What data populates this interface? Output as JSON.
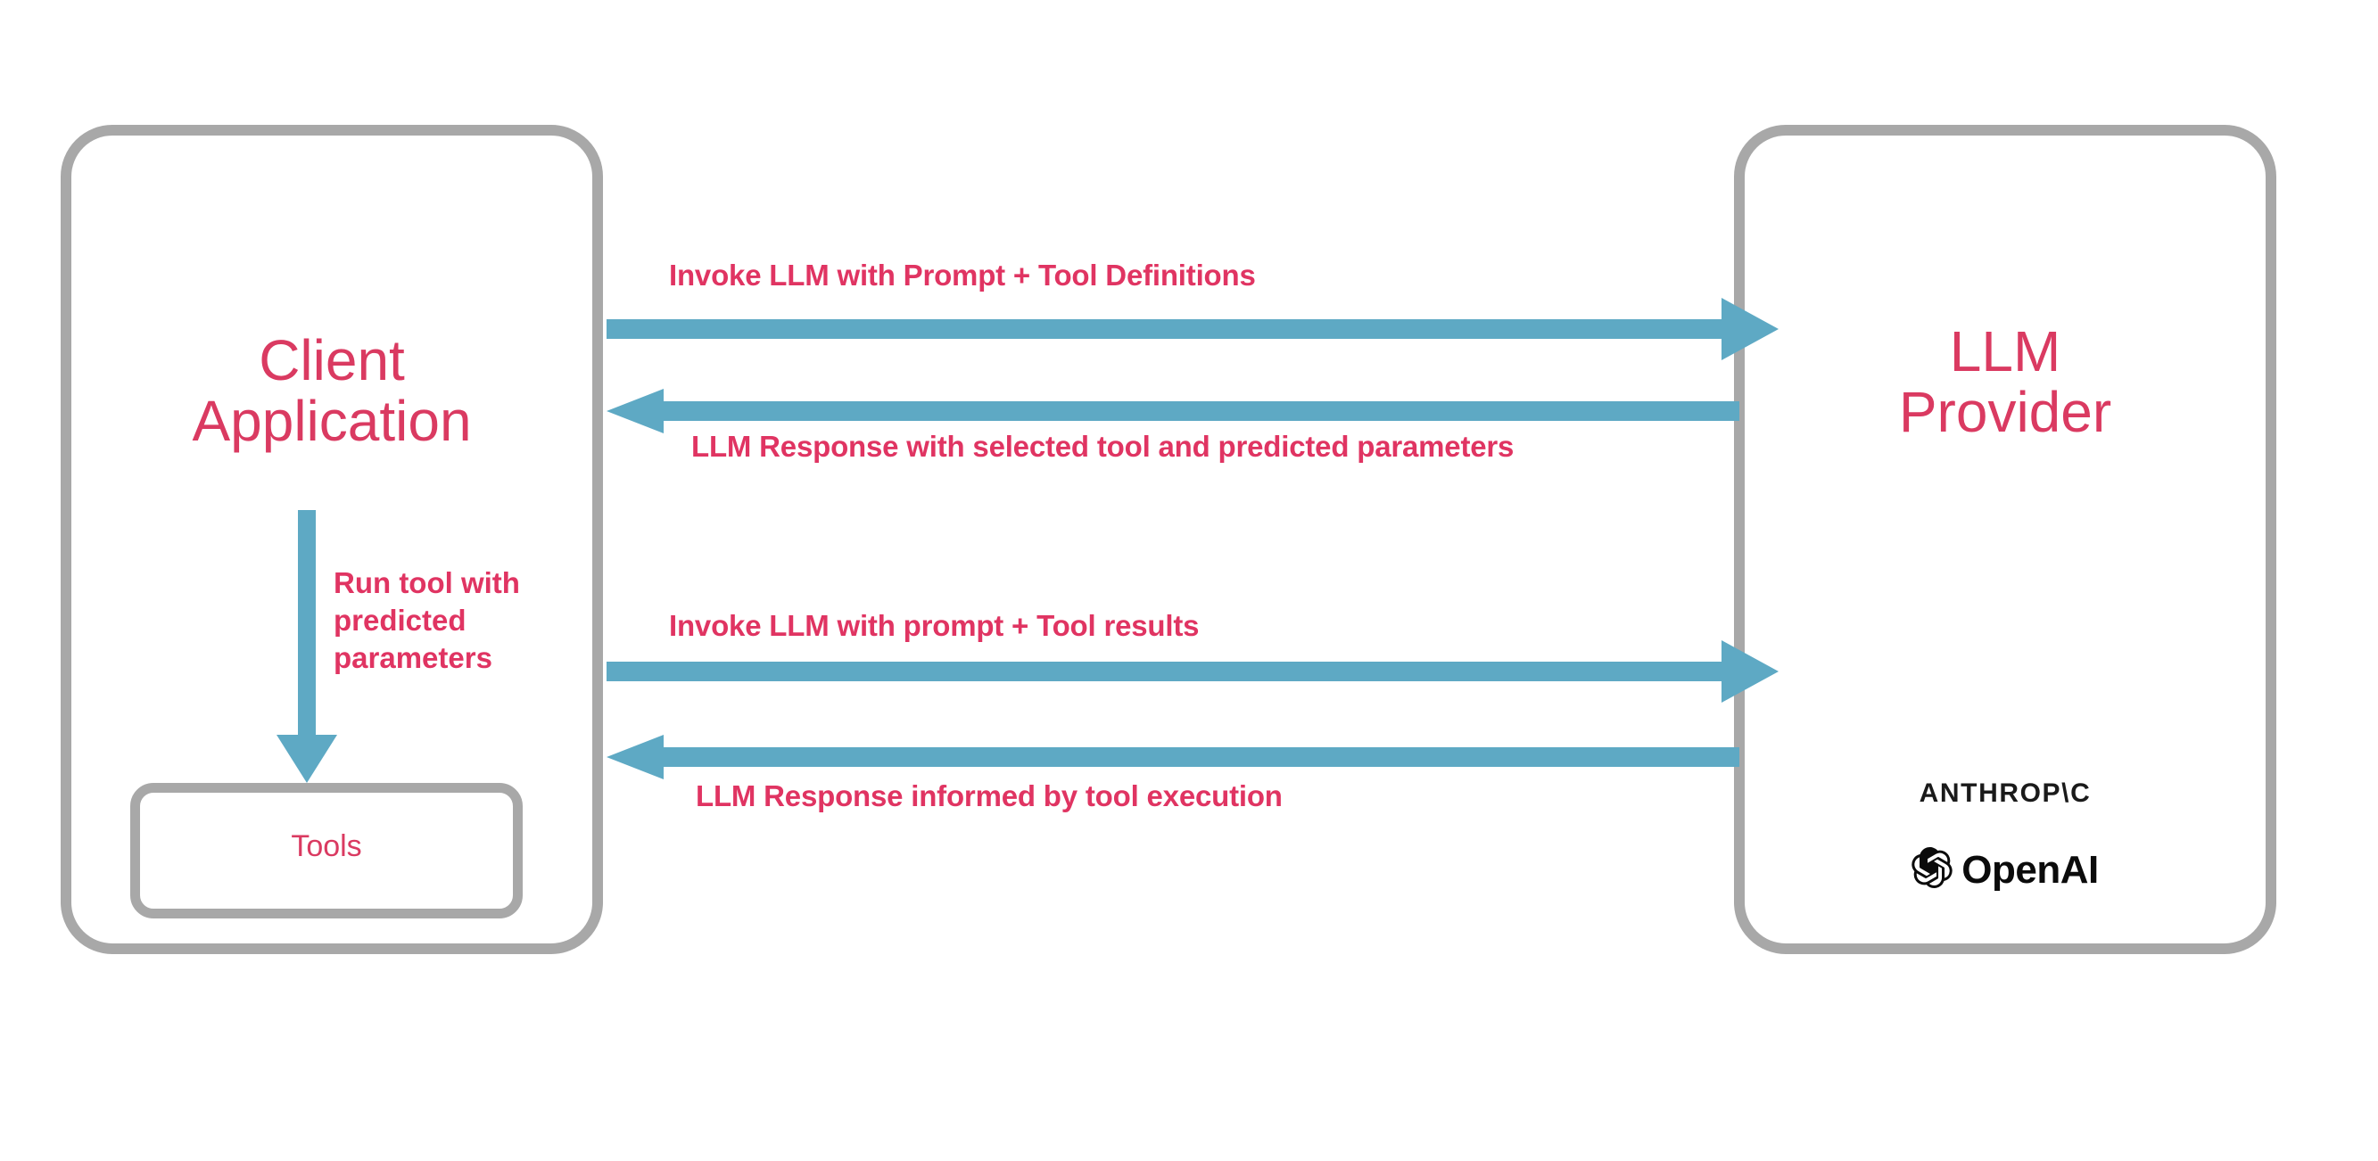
{
  "diagram": {
    "title": "LLM tool-calling sequence between client application and LLM provider",
    "colors": {
      "accent_pink": "#da3a61",
      "label_pink": "#e03462",
      "arrow_blue": "#5ea9c4",
      "box_gray": "#a8a8a8",
      "background": "#ffffff",
      "logo_black": "#1a1a1a"
    },
    "nodes": [
      {
        "id": "client",
        "label": "Client\nApplication"
      },
      {
        "id": "tools",
        "label": "Tools"
      },
      {
        "id": "provider",
        "label": "LLM\nProvider"
      }
    ],
    "arrows": [
      {
        "id": "invoke-1",
        "label": "Invoke LLM with Prompt + Tool Definitions",
        "direction": "right",
        "from": "client",
        "to": "provider"
      },
      {
        "id": "response-1",
        "label": "LLM Response with selected tool and predicted parameters",
        "direction": "left",
        "from": "provider",
        "to": "client"
      },
      {
        "id": "invoke-2",
        "label": "Invoke LLM with prompt + Tool results",
        "direction": "right",
        "from": "client",
        "to": "provider"
      },
      {
        "id": "response-2",
        "label": "LLM Response informed by tool execution",
        "direction": "left",
        "from": "provider",
        "to": "client"
      },
      {
        "id": "run-tool",
        "label": "Run tool with\npredicted\nparameters",
        "direction": "down",
        "from": "client",
        "to": "tools"
      }
    ],
    "provider_logos": [
      {
        "id": "anthropic",
        "wordmark": "ANTHROP\\C"
      },
      {
        "id": "openai",
        "wordmark": "OpenAI"
      }
    ]
  }
}
